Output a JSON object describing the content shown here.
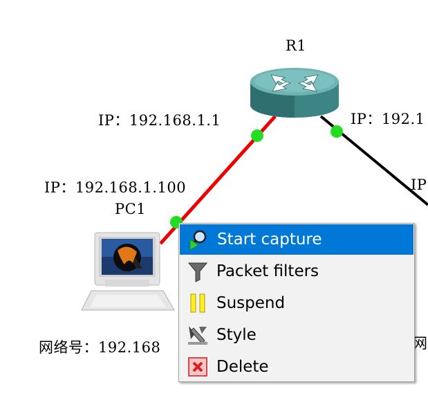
{
  "topology": {
    "router": {
      "name": "R1"
    },
    "pc": {
      "name": "PC1",
      "network_label": "网络号：192.168"
    },
    "links": {
      "left": {
        "router_ip_label": "IP：192.168.1.1",
        "pc_ip_label": "IP：192.168.1.100",
        "color": "#ee0000"
      },
      "right": {
        "router_ip_label": "IP：192.1",
        "far_ip_label": "IP",
        "far_network_label": "网",
        "color": "#000000"
      }
    },
    "port_color": "#22dd22"
  },
  "context_menu": {
    "items": [
      {
        "label": "Start capture",
        "icon": "start-capture-icon",
        "highlighted": true
      },
      {
        "label": "Packet filters",
        "icon": "filter-funnel-icon",
        "highlighted": false
      },
      {
        "label": "Suspend",
        "icon": "pause-icon",
        "highlighted": false
      },
      {
        "label": "Style",
        "icon": "style-icon",
        "highlighted": false
      },
      {
        "label": "Delete",
        "icon": "delete-icon",
        "highlighted": false
      }
    ],
    "highlight_color": "#0078d7"
  }
}
